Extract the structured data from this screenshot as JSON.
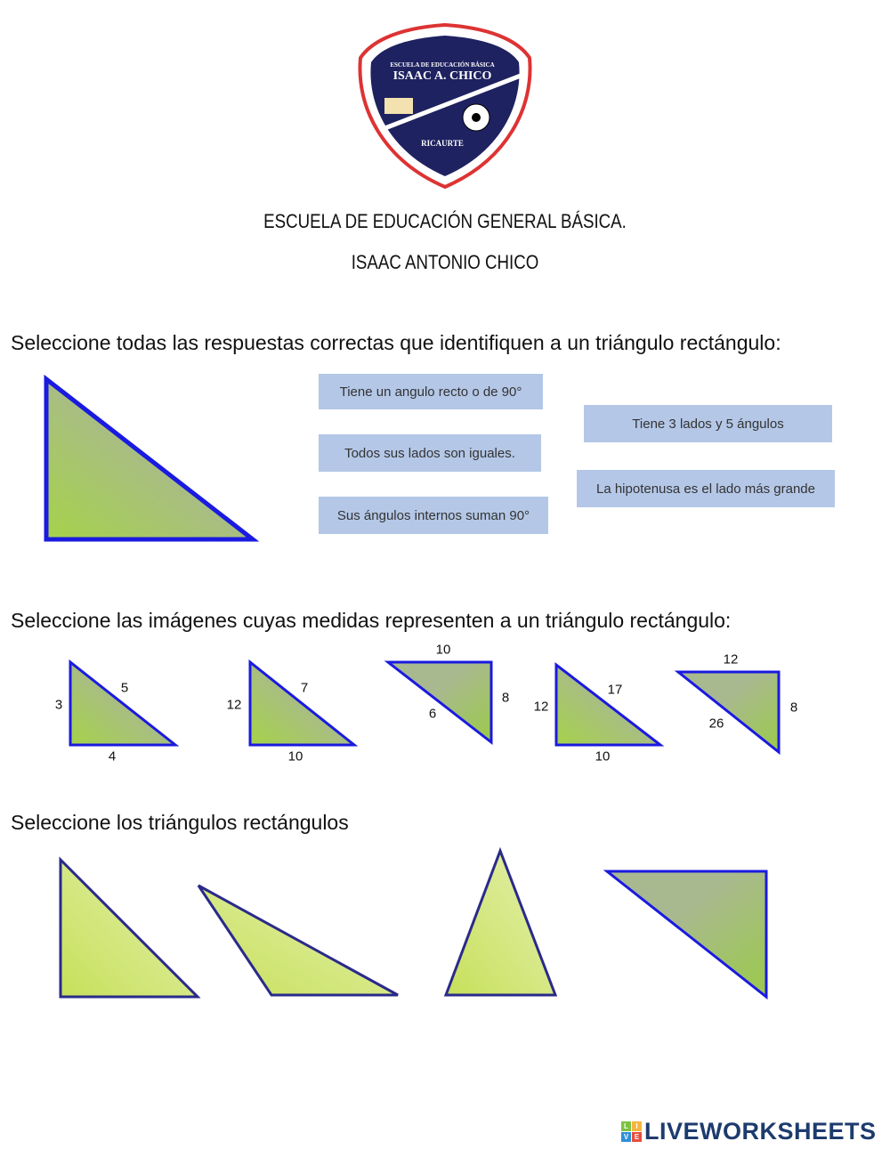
{
  "logo": {
    "line1": "ESCUELA DE EDUCACIÓN BÁSICA",
    "line2": "ISAAC A. CHICO",
    "line3": "RICAURTE"
  },
  "header": {
    "title1": "ESCUELA DE EDUCACIÓN GENERAL BÁSICA.",
    "title2": "ISAAC ANTONIO CHICO"
  },
  "q1": {
    "text": "Seleccione todas las respuestas correctas que identifiquen a un triángulo rectángulo:",
    "options": [
      "Tiene un angulo recto o de 90°",
      "Todos sus lados son iguales.",
      "Sus ángulos internos suman 90°",
      "Tiene 3 lados y 5 ángulos",
      "La hipotenusa es el lado más grande"
    ]
  },
  "q2": {
    "text": "Seleccione las imágenes cuyas medidas representen a un triángulo rectángulo:",
    "triangles": [
      {
        "labels": [
          "3",
          "5",
          "4"
        ]
      },
      {
        "labels": [
          "12",
          "7",
          "10"
        ]
      },
      {
        "labels": [
          "10",
          "8",
          "6"
        ]
      },
      {
        "labels": [
          "12",
          "17",
          "10"
        ]
      },
      {
        "labels": [
          "12",
          "8",
          "26"
        ]
      }
    ]
  },
  "q3": {
    "text": "Seleccione los triángulos rectángulos"
  },
  "colors": {
    "option_bg": "#b4c7e7",
    "stroke": "#2222cc",
    "fill_green": "#a8c66c",
    "fill_light": "#cde27a"
  },
  "brand": {
    "name": "LIVEWORKSHEETS",
    "letters": [
      "L",
      "I",
      "V",
      "E"
    ]
  }
}
